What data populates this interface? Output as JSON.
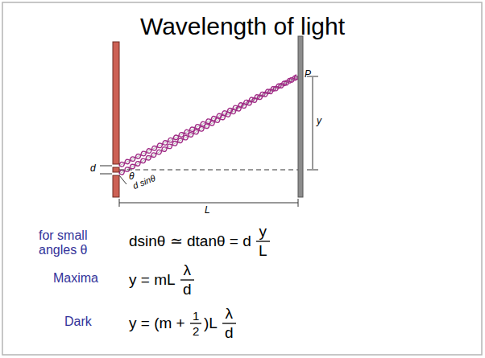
{
  "diagram": {
    "title": "Wavelength of light",
    "labels": [
      "P",
      "y",
      "d",
      "θ",
      "d sinθ",
      "L",
      "for small angles θ",
      "dsinθ ≃ dtanθ = d",
      "y",
      "L",
      "Maxima",
      "y = mL",
      "λ",
      "d",
      "Dark",
      "y = (m +",
      "1",
      "2",
      ")L",
      "λ",
      "d"
    ]
  }
}
